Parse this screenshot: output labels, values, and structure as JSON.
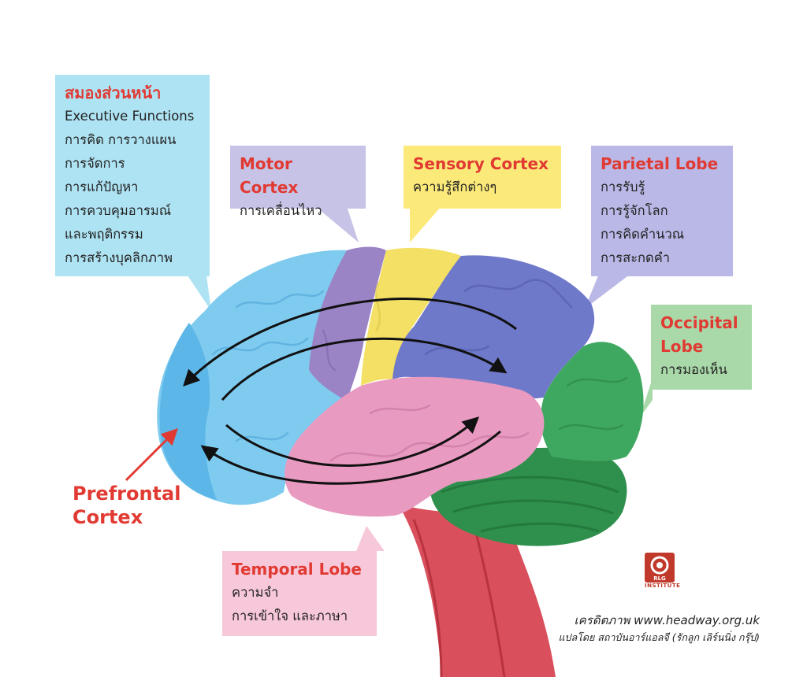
{
  "callouts": {
    "frontal": {
      "title": "สมองส่วนหน้า",
      "lines": [
        "Executive Functions",
        "การคิด การวางแผน",
        "การจัดการ",
        "การแก้ปัญหา",
        "การควบคุมอารมณ์",
        "และพฤติกรรม",
        "การสร้างบุคลิกภาพ"
      ],
      "color": "#aee3f3"
    },
    "motor": {
      "title": "Motor Cortex",
      "lines": [
        "การเคลื่อนไหว"
      ],
      "color": "#c6c3e6"
    },
    "sensory": {
      "title": "Sensory Cortex",
      "lines": [
        "ความรู้สึกต่างๆ"
      ],
      "color": "#fbea7a"
    },
    "parietal": {
      "title": "Parietal Lobe",
      "lines": [
        "การรับรู้",
        "การรู้จักโลก",
        "การคิดคำนวณ",
        "การสะกดคำ"
      ],
      "color": "#b9b8e6"
    },
    "occipital": {
      "title": "Occipital Lobe",
      "lines": [
        "การมองเห็น"
      ],
      "color": "#a9d9a9"
    },
    "temporal": {
      "title": "Temporal Lobe",
      "lines": [
        "ความจำ",
        "การเข้าใจ และภาษา"
      ],
      "color": "#f7c8d9"
    }
  },
  "prefrontal_label": "Prefrontal Cortex",
  "logo": {
    "text": "RLG",
    "subtext": "INSTITUTE"
  },
  "credits": {
    "line1": "เครดิตภาพ www.headway.org.uk",
    "line2": "แปลโดย สถาบันอาร์แอลจี (รักลูก เลิร์นนิ่ง กรุ๊ป)"
  },
  "colors": {
    "frontal": "#7fcbef",
    "motor": "#9b84c6",
    "sensory": "#f3e064",
    "parietal": "#6f79c9",
    "occipital": "#3fa860",
    "temporal": "#e99ac1",
    "brainstem": "#d9505c",
    "accent": "#e13a33"
  }
}
